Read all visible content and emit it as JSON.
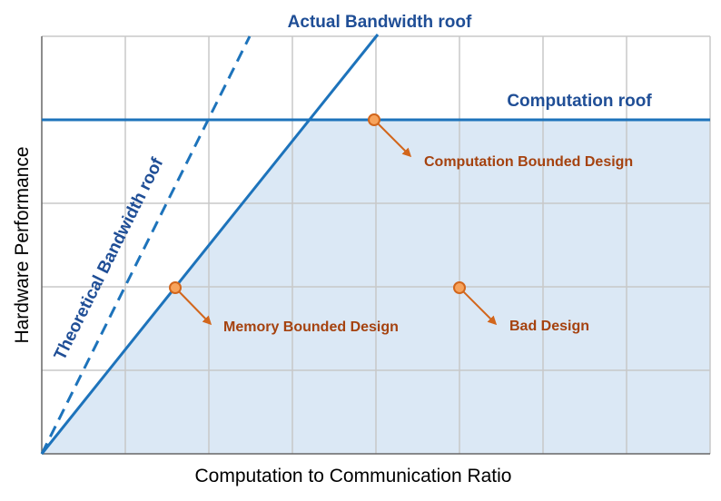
{
  "title": "",
  "axes": {
    "x_label": "Computation to Communication Ratio",
    "y_label": "Hardware Performance"
  },
  "roofs": {
    "actual_bandwidth": "Actual Bandwidth roof",
    "theoretical_bandwidth": "Theoretical Bandwidth roof",
    "computation": "Computation roof"
  },
  "design_points": [
    {
      "label": "Computation Bounded Design"
    },
    {
      "label": "Memory Bounded Design"
    },
    {
      "label": "Bad Design"
    }
  ],
  "colors": {
    "roof_line": "#1d73bb",
    "roof_label": "#1f4e96",
    "attainable_region": "#dbe8f5",
    "grid": "#c8c8c8",
    "point_fill": "#f7a35c",
    "point_stroke": "#d2661c",
    "arrow": "#d2661c",
    "point_label": "#a5420f"
  },
  "grid": true,
  "regions": [
    "attainable-region"
  ]
}
